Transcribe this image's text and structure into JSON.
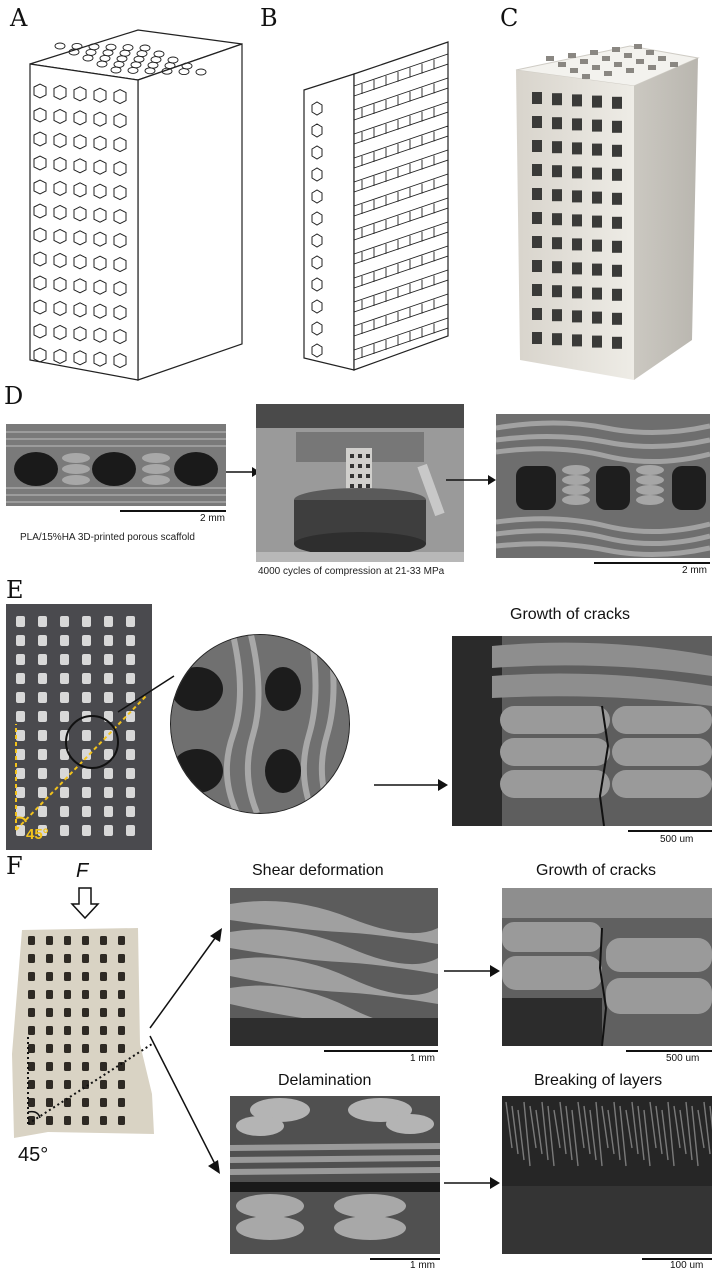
{
  "panels": {
    "a": "A",
    "b": "B",
    "c": "C",
    "d": "D",
    "e": "E",
    "f": "F"
  },
  "d": {
    "scale_left": "2 mm",
    "caption_left": "PLA/15%HA 3D-printed porous scaffold",
    "caption_mid": "4000 cycles of compression at 21-33 MPa",
    "scale_right": "2 mm"
  },
  "e": {
    "angle": "45°",
    "title_right": "Growth of cracks",
    "scale_right": "500 um"
  },
  "f": {
    "force": "F",
    "angle": "45°",
    "title_shear": "Shear deformation",
    "title_cracks": "Growth of cracks",
    "title_delam": "Delamination",
    "title_break": "Breaking of layers",
    "scale_shear": "1 mm",
    "scale_cracks": "500 um",
    "scale_delam": "1 mm",
    "scale_break": "100 um"
  },
  "colors": {
    "angle_yellow": "#f2c21b",
    "sem_gray": "#6c6c6c"
  }
}
